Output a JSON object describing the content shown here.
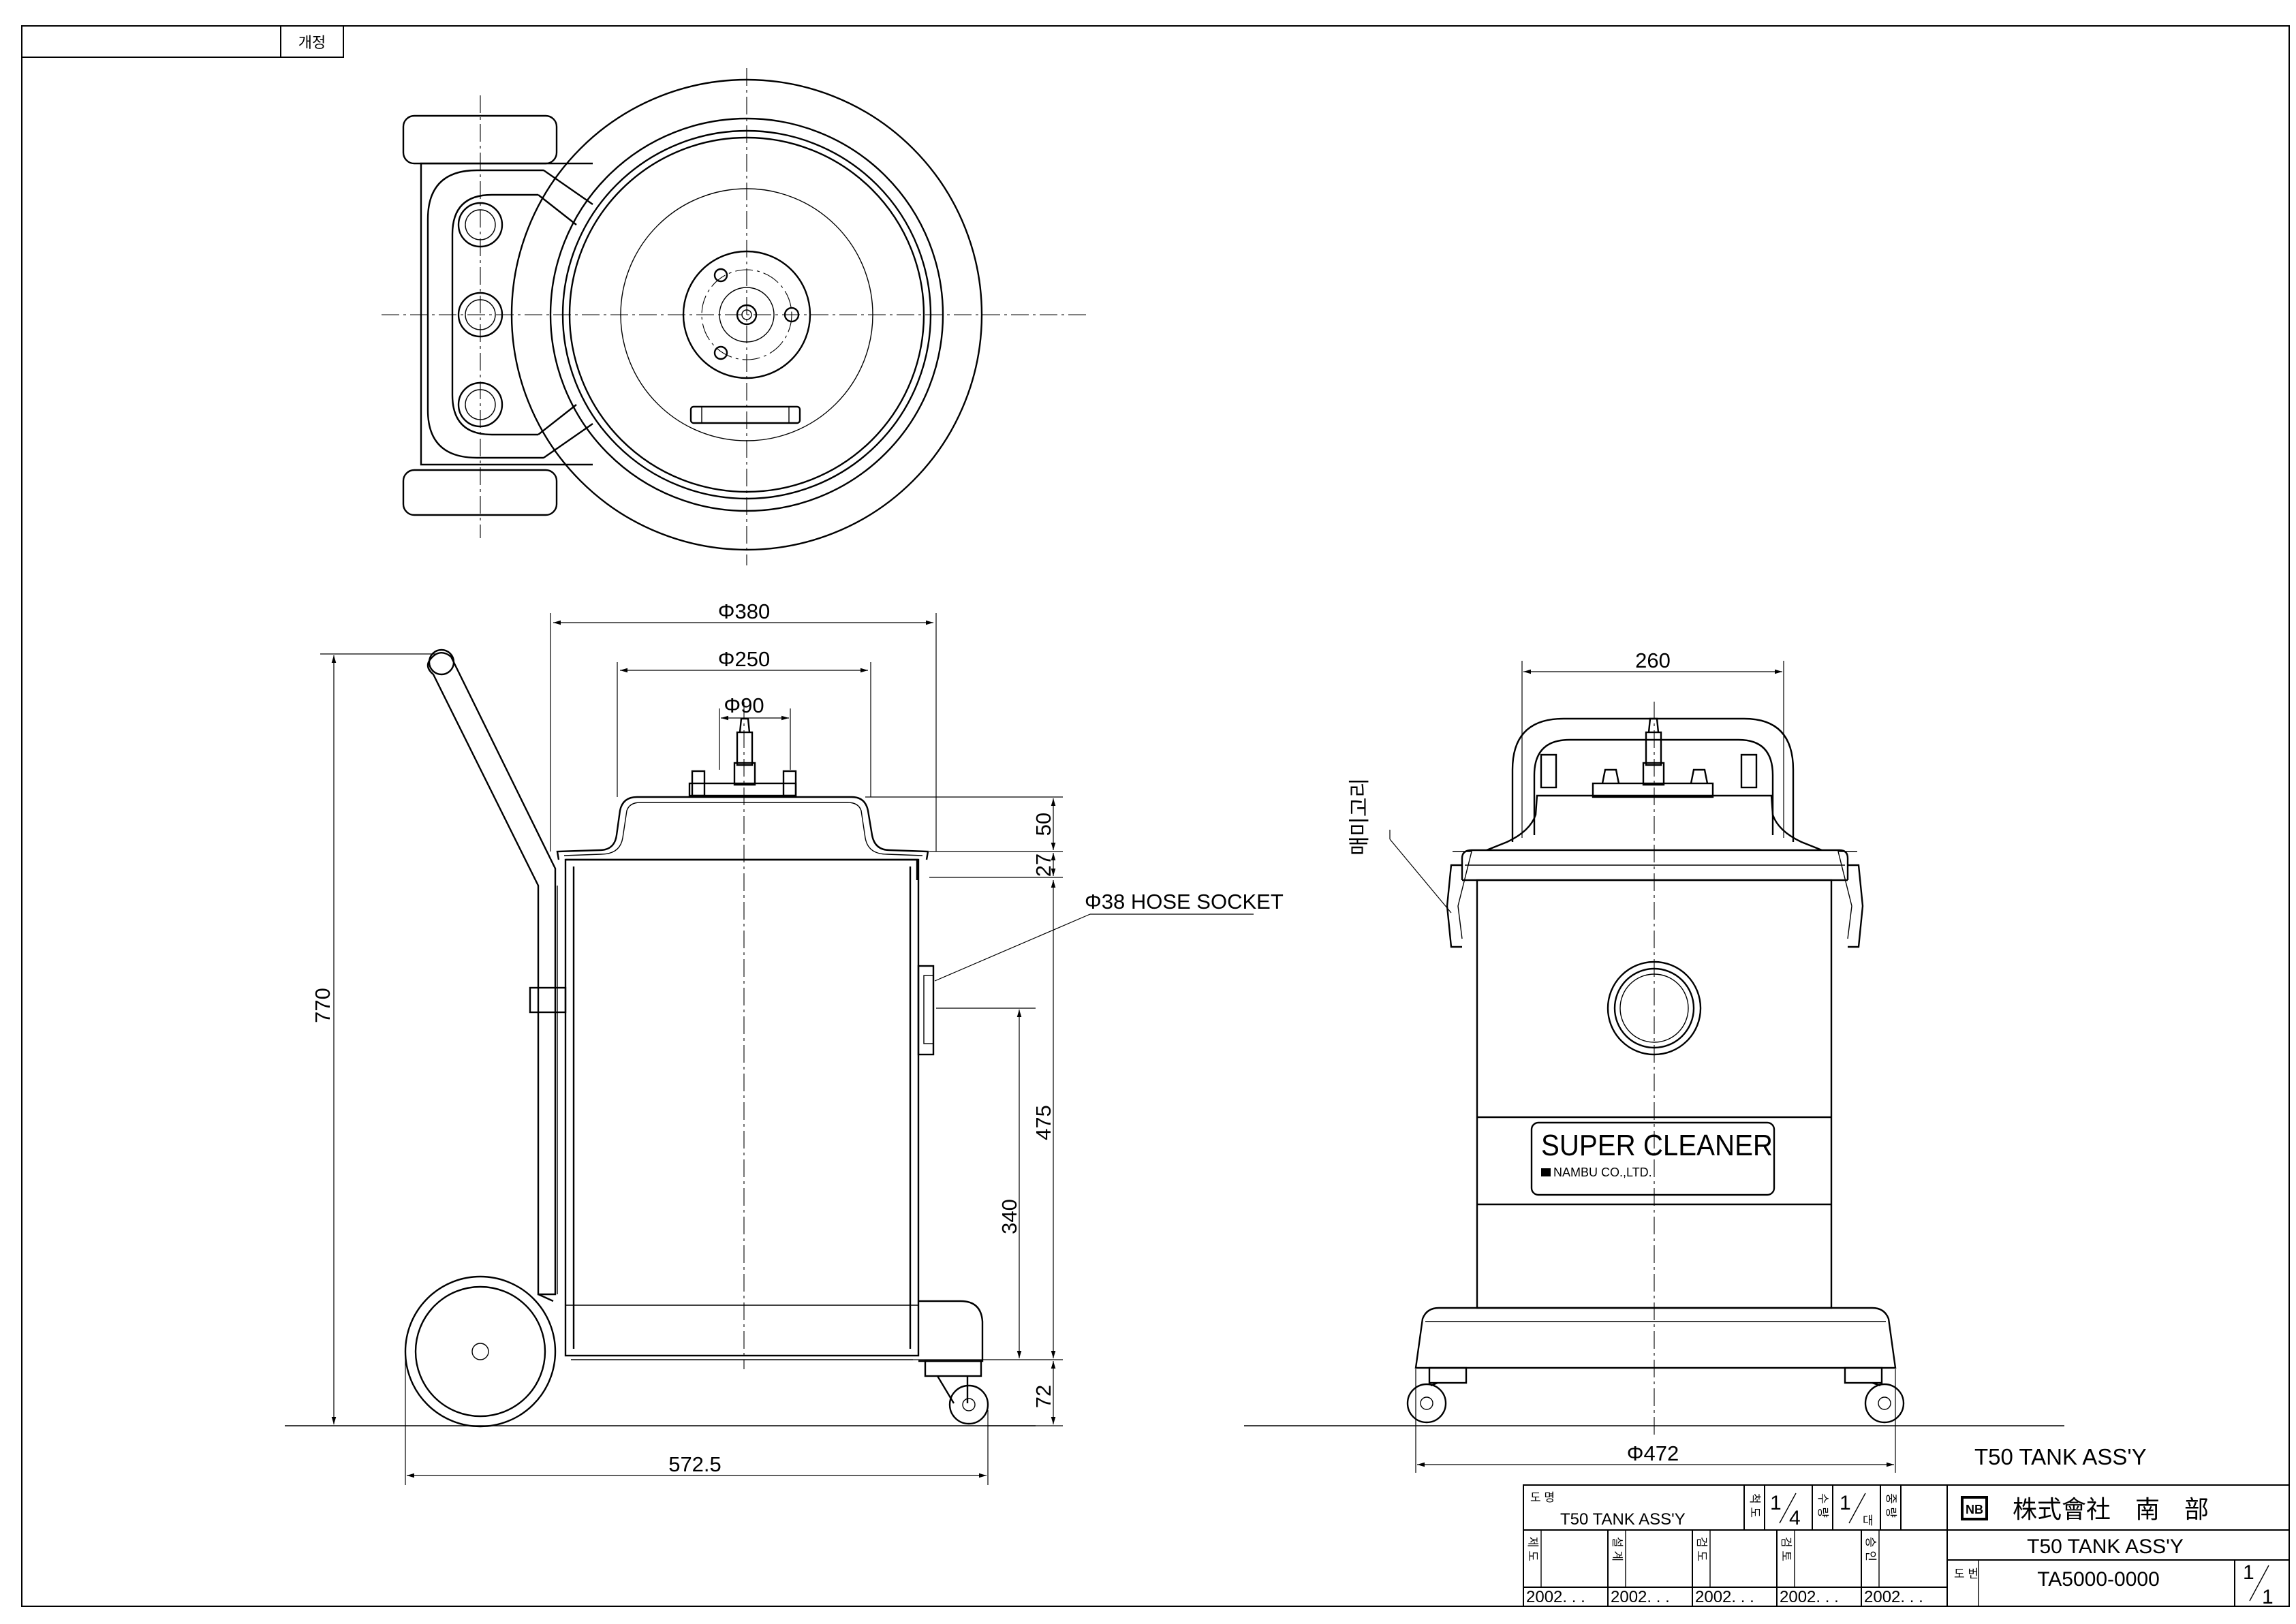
{
  "revision_box": {
    "label": "개정"
  },
  "dimensions": {
    "phi380": "Φ380",
    "phi250": "Φ250",
    "phi90": "Φ90",
    "h50": "50",
    "h27": "27",
    "h770": "770",
    "h475": "475",
    "h340": "340",
    "h72": "72",
    "w5725": "572.5",
    "w260": "260",
    "phi472": "Φ472"
  },
  "annotations": {
    "hose_socket": "Φ38 HOSE SOCKET",
    "clamp": "매미고리"
  },
  "label_plate": {
    "title": "SUPER CLEANER",
    "maker": "NAMBU CO.,LTD."
  },
  "drawing_caption": "T50 TANK ASS'Y",
  "title_block": {
    "name_label": "도 명",
    "name": "T50 TANK ASS'Y",
    "scale_label": "척 도",
    "scale_num": "1",
    "scale_den": "4",
    "qty_label": "수 량",
    "qty_num": "1",
    "qty_unit": "대",
    "weight_label": "중 량",
    "company": "株式會社　南　部",
    "logo": "NB",
    "part_name": "T50 TANK ASS'Y",
    "drawing_no_label": "도 번",
    "drawing_no": "TA5000-0000",
    "sheet_num": "1",
    "sheet_den": "1",
    "roles": [
      "제 도",
      "설 계",
      "검 도",
      "검 토",
      "승 인"
    ],
    "dates": [
      "2002.   .   .",
      "2002.   .   .",
      "2002.   .   .",
      "2002.   .   .",
      "2002.   .   ."
    ]
  }
}
